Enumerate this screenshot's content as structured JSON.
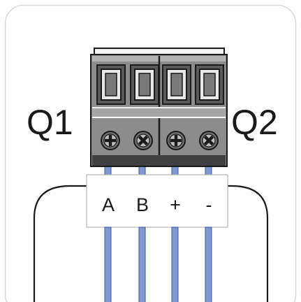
{
  "labels": {
    "left_connector": "Q1",
    "right_connector": "Q2"
  },
  "pins": [
    {
      "label": "A"
    },
    {
      "label": "B"
    },
    {
      "label": "+"
    },
    {
      "label": "-"
    }
  ],
  "colors": {
    "panel_border": "#d9d9d9",
    "terminal_body": "#8c8c8c",
    "terminal_dark": "#404040",
    "wire": "#7f98cf",
    "wire_edge": "#3d5a9a",
    "outline": "#1a1a1a"
  },
  "icons": [
    "screw-icon"
  ]
}
